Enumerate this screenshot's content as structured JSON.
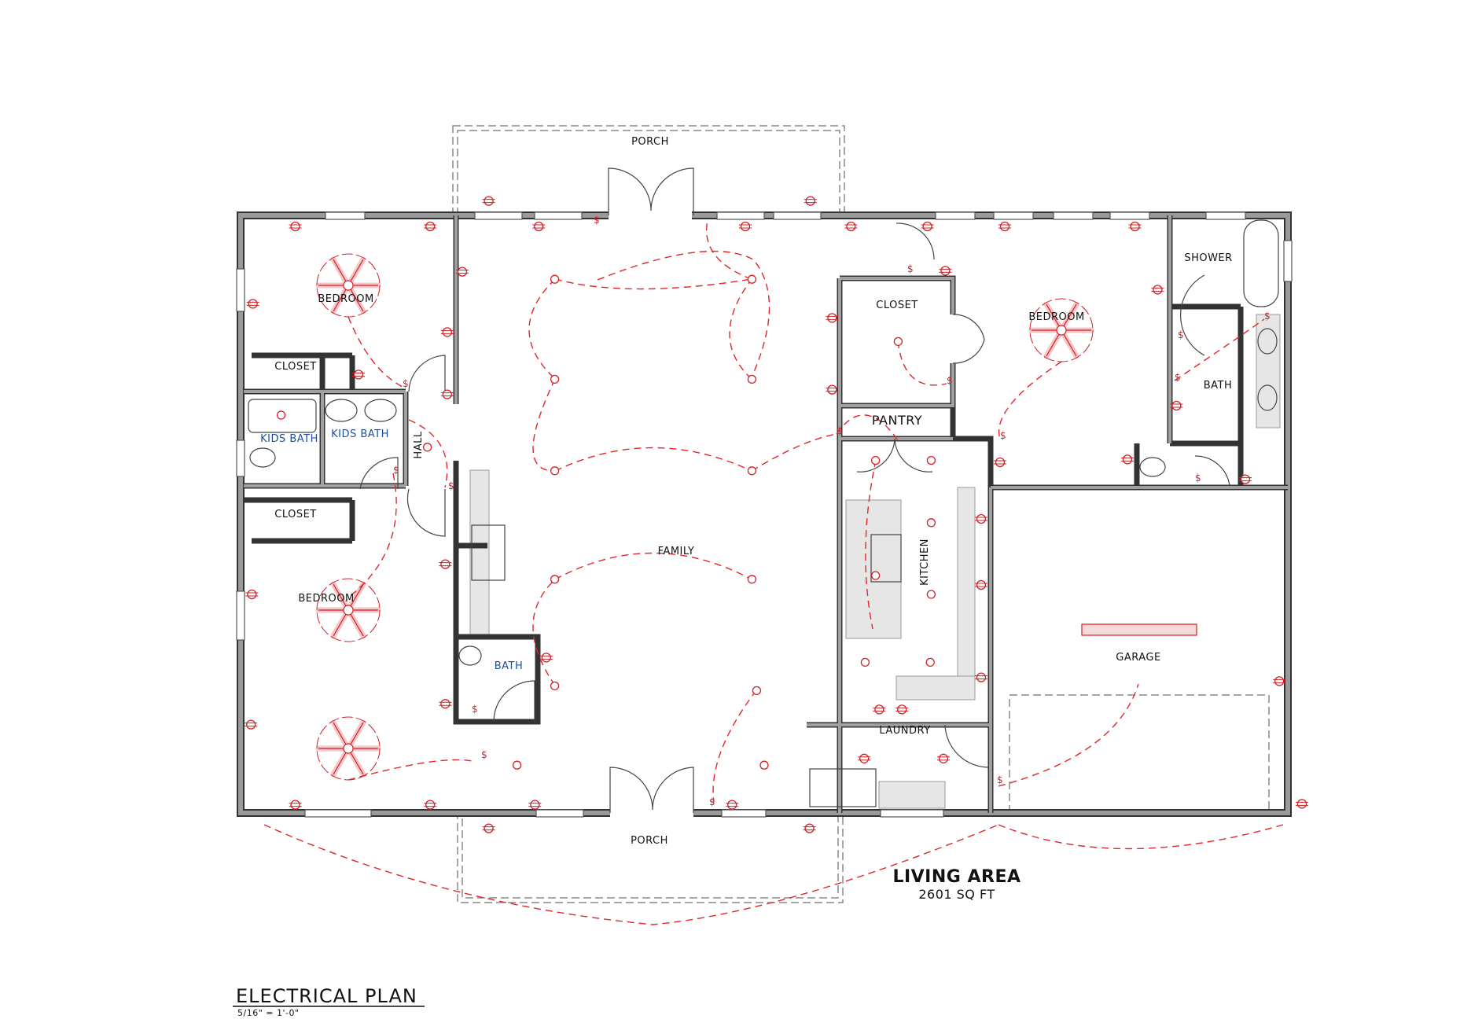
{
  "title": "ELECTRICAL PLAN",
  "scale": "5/16\" = 1'-0\"",
  "living_area": {
    "label": "LIVING AREA",
    "size": "2601 SQ FT"
  },
  "rooms": {
    "porch_top": "PORCH",
    "porch_bottom": "PORCH",
    "bedroom_nw": "BEDROOM",
    "closet_nw": "CLOSET",
    "kids_bath_tub": "KIDS BATH",
    "kids_bath_sink": "KIDS BATH",
    "hall": "HALL",
    "closet_w": "CLOSET",
    "bedroom_sw": "BEDROOM",
    "bath_hall": "BATH",
    "family": "FAMILY",
    "closet_master": "CLOSET",
    "pantry": "PANTRY",
    "kitchen": "KITCHEN",
    "laundry": "LAUNDRY",
    "bedroom_master": "BEDROOM",
    "shower": "SHOWER",
    "bath_master": "BATH",
    "garage": "GARAGE"
  },
  "colors": {
    "electrical": "#d42027",
    "walls": "#9a9a9a",
    "bath_label": "#1f4f9a"
  },
  "symbols": [
    "ceiling-fan-icon",
    "ceiling-light-icon",
    "outlet-icon",
    "switch-icon"
  ]
}
